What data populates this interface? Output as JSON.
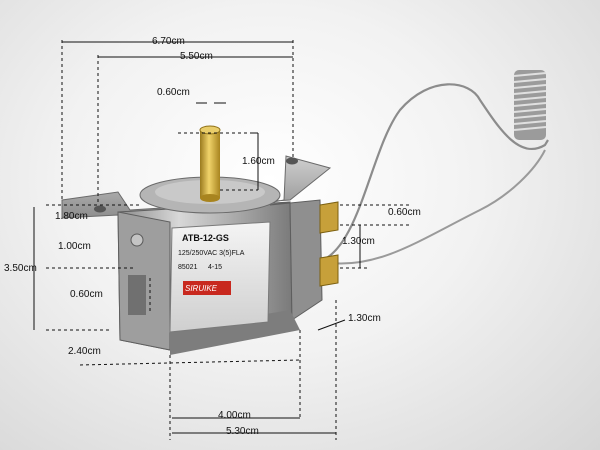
{
  "photo": {
    "subject": "thermostat",
    "label": {
      "model": "ATB-12-GS",
      "rating": "125/250VAC 3(5)FLA",
      "code": "85021",
      "date": "4-15",
      "brand": "SIRUIKE"
    },
    "dimensions": {
      "total_width": "6.70cm",
      "mount_hole_spacing": "5.50cm",
      "shaft_diameter": "0.60cm",
      "shaft_height": "1.60cm",
      "bracket_height": "1.80cm",
      "bracket_offset": "1.00cm",
      "body_height": "3.50cm",
      "side_tab_width": "0.60cm",
      "base_height": "2.40cm",
      "terminal_width": "0.60cm",
      "terminal_spacing": "1.30cm",
      "capillary_offset": "1.30cm",
      "body_width": "4.00cm",
      "base_width": "5.30cm"
    },
    "colors": {
      "dim_line": "#111111",
      "brand_red": "#c8281e",
      "shaft_gold": "#c9a233"
    }
  }
}
